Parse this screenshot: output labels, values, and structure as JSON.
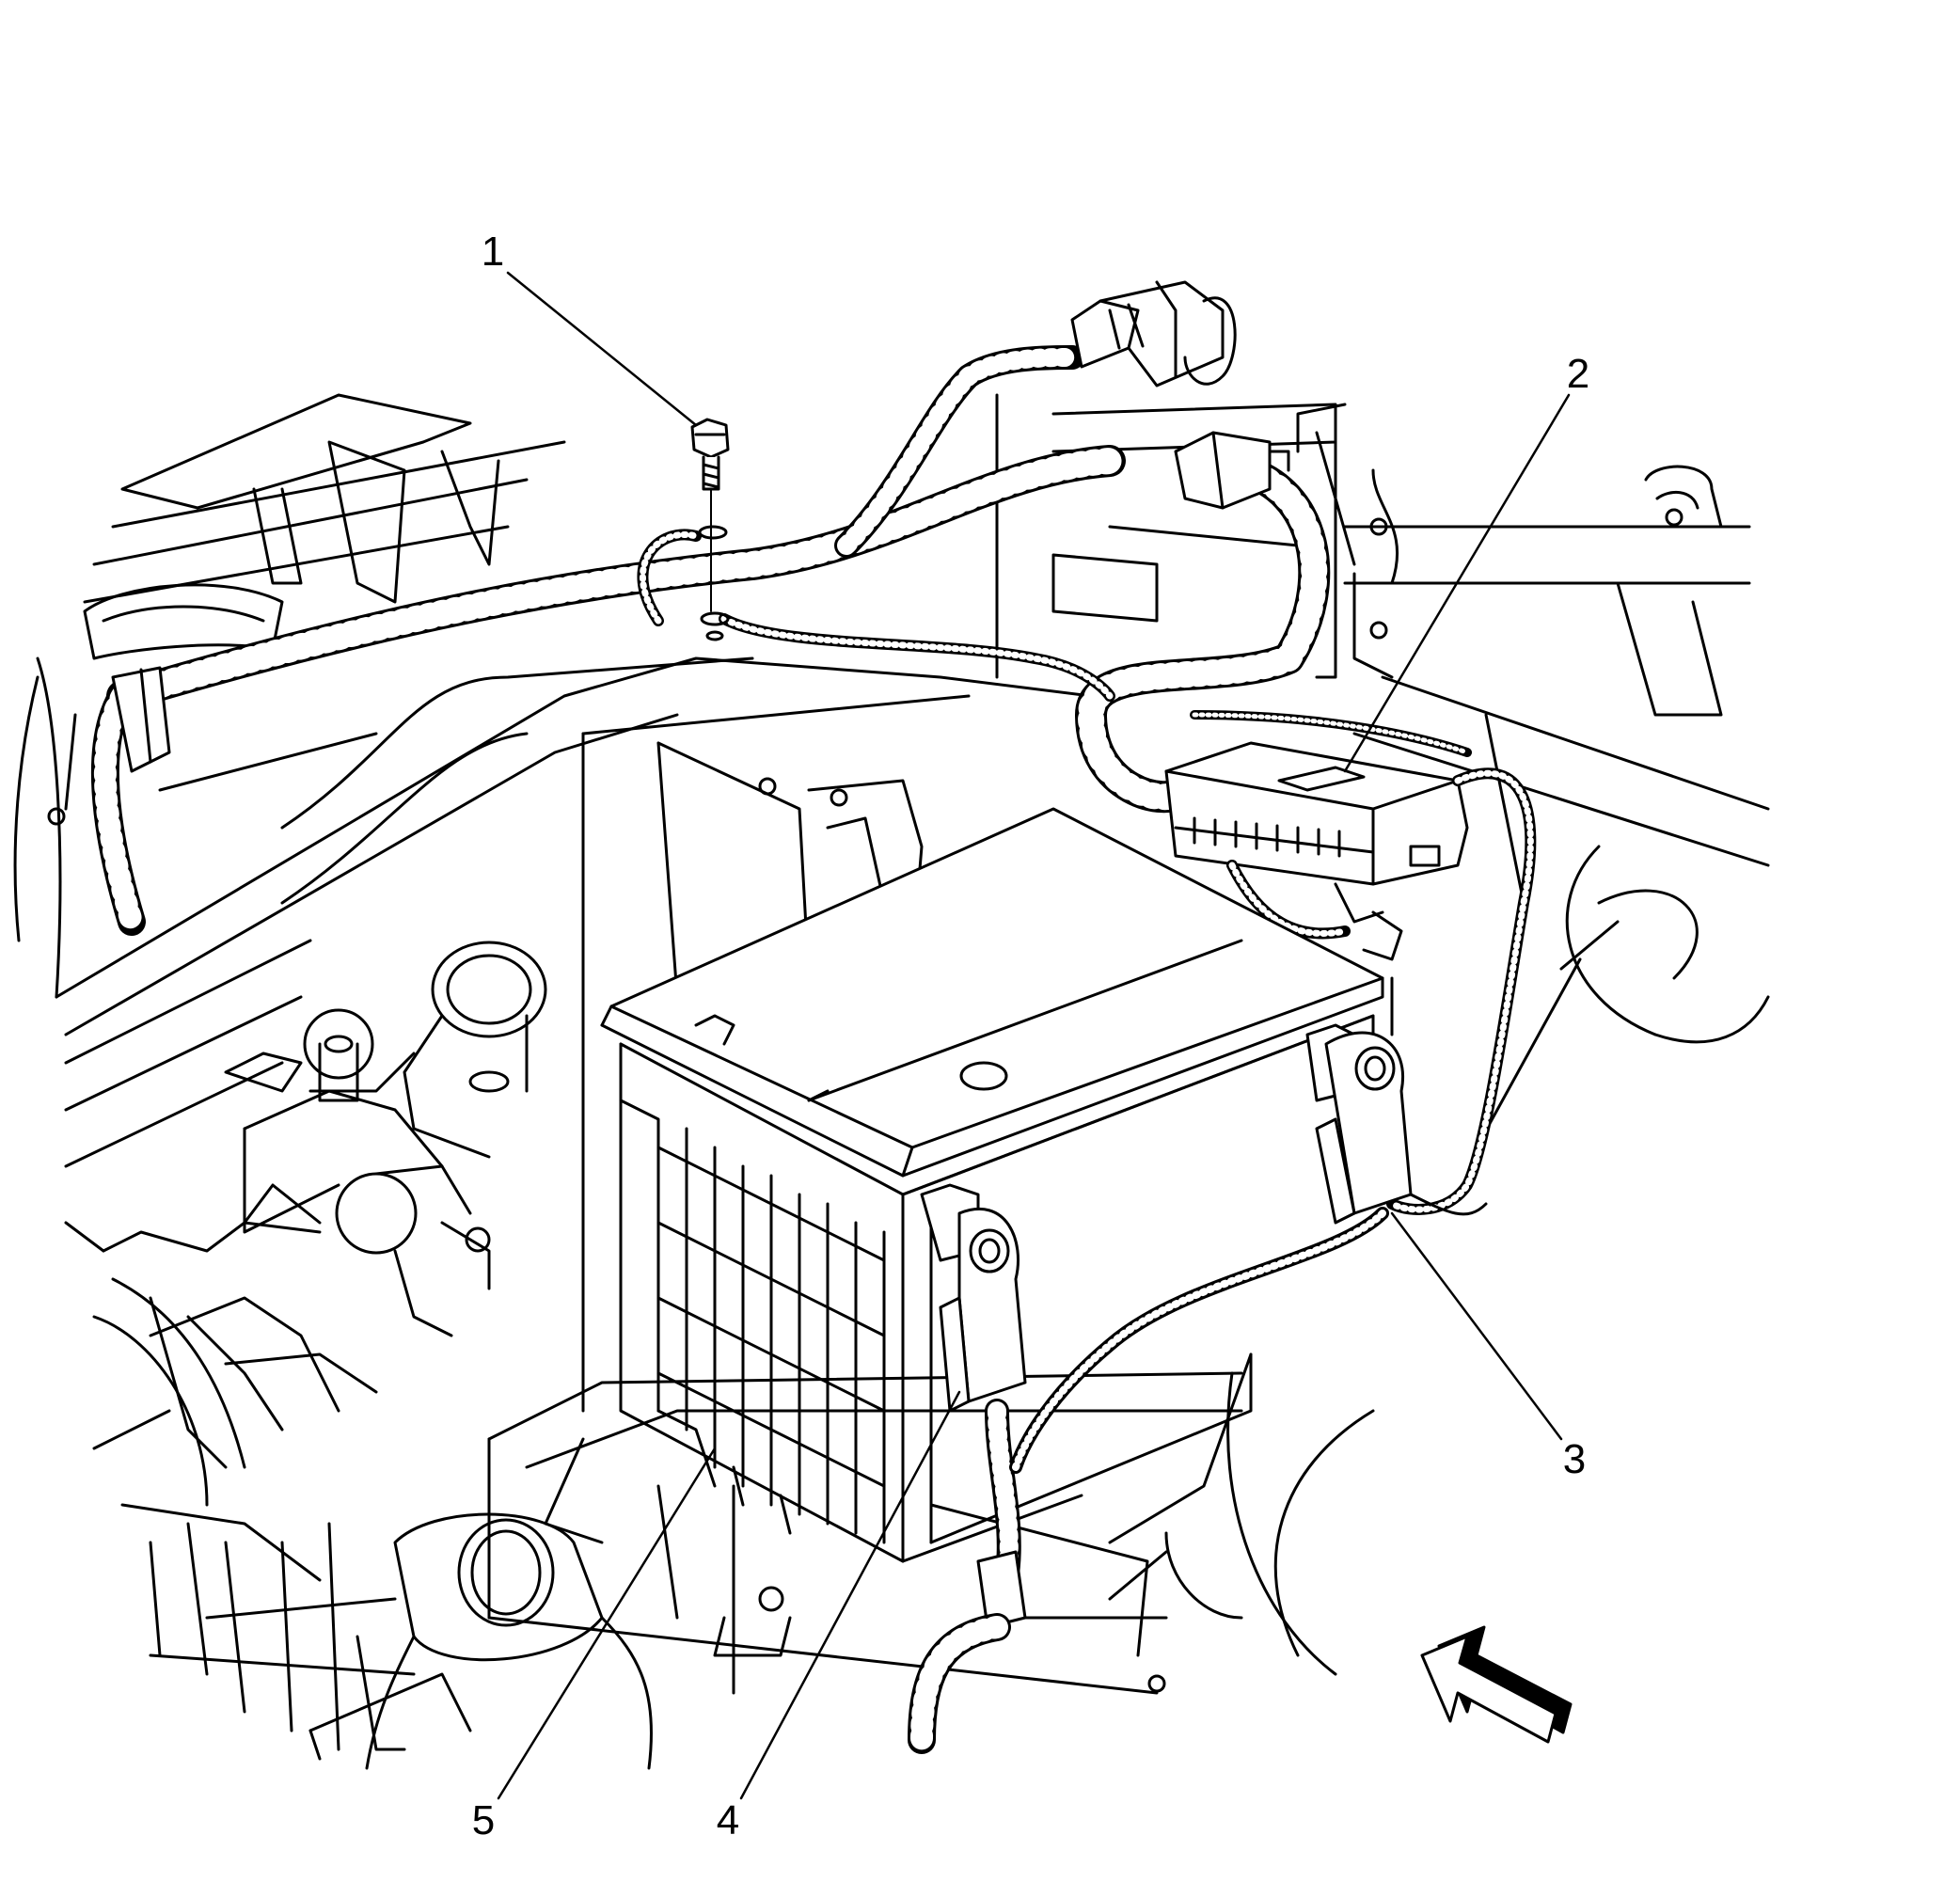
{
  "diagram": {
    "colors": {
      "stroke": "#000000",
      "fill": "#ffffff"
    },
    "callouts": [
      {
        "id": "1",
        "label": "1",
        "part": "bolt"
      },
      {
        "id": "2",
        "label": "2",
        "part": "module"
      },
      {
        "id": "3",
        "label": "3",
        "part": "battery-terminal-cable"
      },
      {
        "id": "4",
        "label": "4",
        "part": "battery-terminal-cable"
      },
      {
        "id": "5",
        "label": "5",
        "part": "battery"
      }
    ],
    "direction_arrow": {
      "icon": "front-of-vehicle-arrow-icon"
    }
  }
}
